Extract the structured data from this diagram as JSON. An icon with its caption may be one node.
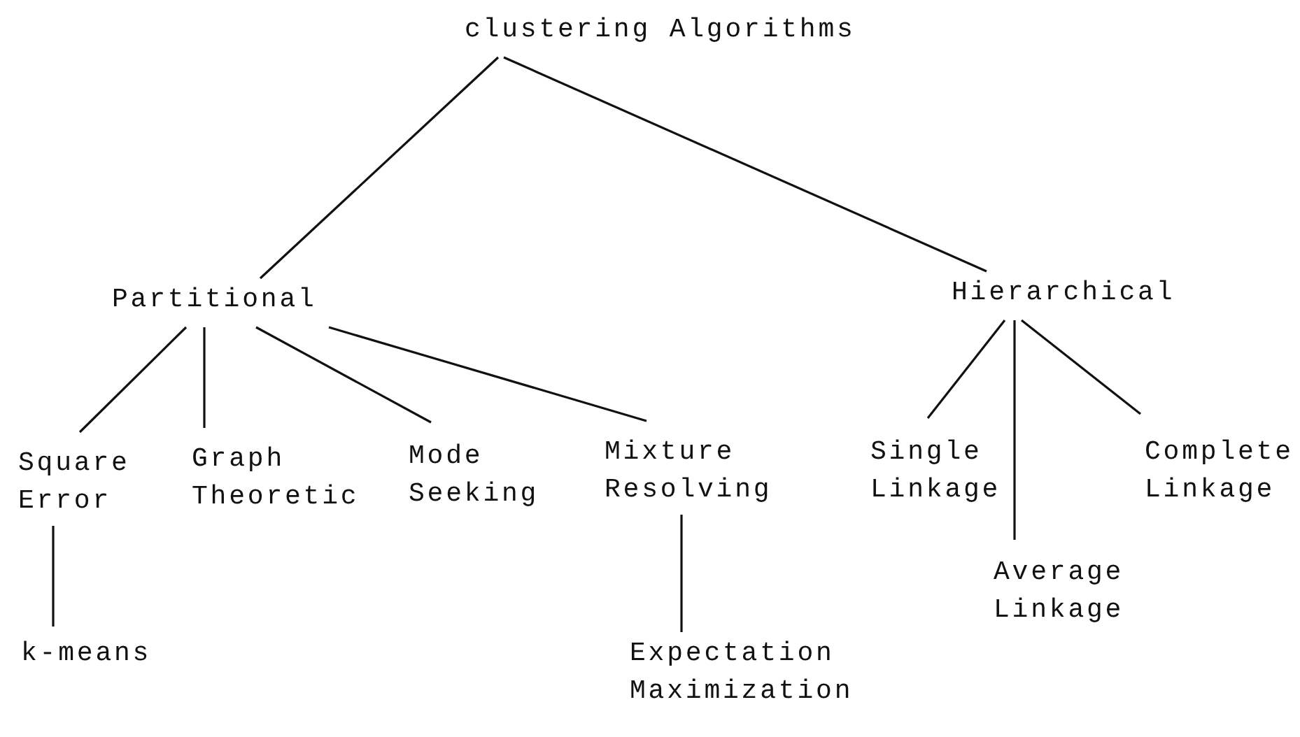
{
  "diagram": {
    "nodes": [
      {
        "text": [
          "clustering Algorithms"
        ]
      },
      {
        "text": [
          "Partitional"
        ]
      },
      {
        "text": [
          "Hierarchical"
        ]
      },
      {
        "text": [
          "Square Error"
        ]
      },
      {
        "text": [
          "Graph Theoretic"
        ]
      },
      {
        "text": [
          "Mode Seeking"
        ]
      },
      {
        "text": [
          "Mixture Resolving"
        ]
      },
      {
        "text": [
          "Single Linkage"
        ]
      },
      {
        "text": [
          "Complete Linkage"
        ]
      },
      {
        "text": [
          "Average Linkage"
        ]
      },
      {
        "text": [
          "k-means"
        ]
      },
      {
        "text": [
          "Expectation Maximization"
        ]
      }
    ],
    "edges": [
      {
        "from": 0,
        "to": 1,
        "arrow": "none"
      },
      {
        "from": 0,
        "to": 2,
        "arrow": "none"
      },
      {
        "from": 1,
        "to": 3,
        "arrow": "none"
      },
      {
        "from": 1,
        "to": 4,
        "arrow": "none"
      },
      {
        "from": 1,
        "to": 5,
        "arrow": "none"
      },
      {
        "from": 1,
        "to": 6,
        "arrow": "none"
      },
      {
        "from": 3,
        "to": 10,
        "arrow": "none"
      },
      {
        "from": 6,
        "to": 11,
        "arrow": "none"
      },
      {
        "from": 2,
        "to": 7,
        "arrow": "none"
      },
      {
        "from": 2,
        "to": 9,
        "arrow": "none"
      },
      {
        "from": 2,
        "to": 8,
        "arrow": "none"
      }
    ]
  }
}
